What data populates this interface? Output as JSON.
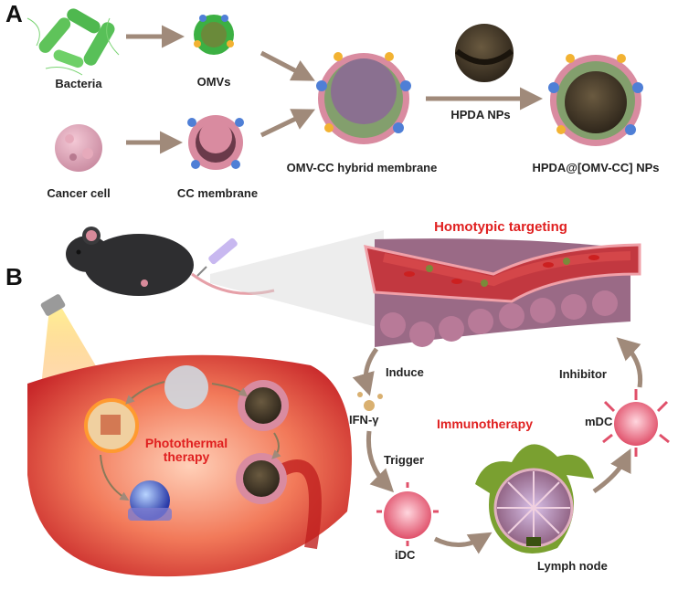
{
  "panels": {
    "a": "A",
    "b": "B"
  },
  "panel_a": {
    "bacteria": "Bacteria",
    "omvs": "OMVs",
    "cancer_cell": "Cancer cell",
    "cc_membrane": "CC membrane",
    "hybrid_membrane": "OMV-CC hybrid membrane",
    "hpda_nps": "HPDA NPs",
    "final_np": "HPDA@[OMV-CC] NPs"
  },
  "panel_b": {
    "homotypic": "Homotypic targeting",
    "photothermal_line1": "Photothermal",
    "photothermal_line2": "therapy",
    "induce": "Induce",
    "ifn": "IFN-γ",
    "trigger": "Trigger",
    "idc": "iDC",
    "lymph_node": "Lymph node",
    "immunotherapy": "Immunotherapy",
    "mdc": "mDC",
    "inhibitor": "Inhibitor"
  },
  "colors": {
    "arrow": "#a08a7a",
    "highlight_red": "#e02020",
    "membrane_pink": "#d98ba0",
    "omv_green": "#3cb043",
    "protein_blue": "#4f7fd6",
    "tumor_red": "#e8503a"
  }
}
